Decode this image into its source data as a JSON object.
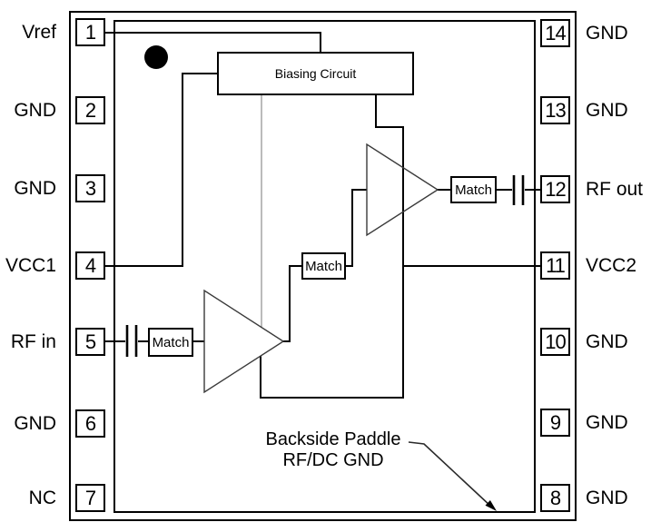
{
  "package": {
    "pins_left": [
      {
        "number": "1",
        "label": "Vref"
      },
      {
        "number": "2",
        "label": "GND"
      },
      {
        "number": "3",
        "label": "GND"
      },
      {
        "number": "4",
        "label": "VCC1"
      },
      {
        "number": "5",
        "label": "RF in"
      },
      {
        "number": "6",
        "label": "GND"
      },
      {
        "number": "7",
        "label": "NC"
      }
    ],
    "pins_right": [
      {
        "number": "14",
        "label": "GND"
      },
      {
        "number": "13",
        "label": "GND"
      },
      {
        "number": "12",
        "label": "RF out"
      },
      {
        "number": "11",
        "label": "VCC2"
      },
      {
        "number": "10",
        "label": "GND"
      },
      {
        "number": "9",
        "label": "GND"
      },
      {
        "number": "8",
        "label": "GND"
      }
    ]
  },
  "blocks": {
    "biasing_circuit": "Biasing Circuit",
    "input_match": "Match",
    "interstage_match": "Match",
    "output_match": "Match"
  },
  "annotation": {
    "line1": "Backside Paddle",
    "line2": "RF/DC GND"
  },
  "colors": {
    "line": "#000000",
    "bias_feed_line": "#aaaaaa",
    "background": "#ffffff",
    "text": "#000000"
  }
}
